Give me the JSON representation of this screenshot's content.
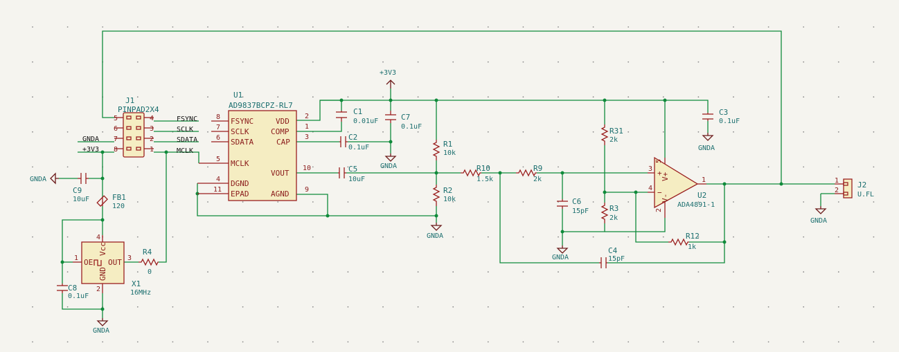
{
  "u1": {
    "ref": "U1",
    "value": "AD9837BCPZ-RL7",
    "pins": {
      "fsync": "FSYNC",
      "sclk": "SCLK",
      "sdata": "SDATA",
      "mclk": "MCLK",
      "dgnd": "DGND",
      "epad": "EPAD",
      "vdd": "VDD",
      "comp": "COMP",
      "cap": "CAP",
      "vout": "VOUT",
      "agnd": "AGND"
    },
    "nums": {
      "fsync": "8",
      "sclk": "7",
      "sdata": "6",
      "mclk": "5",
      "dgnd": "4",
      "epad": "11",
      "vdd": "2",
      "comp": "1",
      "cap": "3",
      "vout": "10",
      "agnd": "9"
    }
  },
  "j1": {
    "ref": "J1",
    "value": "PINPAD2X4",
    "left": [
      "5",
      "6",
      "7",
      "8"
    ],
    "right": [
      "4",
      "3",
      "2",
      "1"
    ]
  },
  "nets": {
    "fsync": "FSYNC",
    "sclk": "SCLK",
    "sdata": "SDATA",
    "mclk": "MCLK",
    "gnda_in": "GNDA",
    "v3_in": "+3V3"
  },
  "power": {
    "v3": "+3V3",
    "gnda": "GNDA"
  },
  "caps": {
    "c1": {
      "ref": "C1",
      "value": "0.01uF"
    },
    "c7": {
      "ref": "C7",
      "value": "0.1uF"
    },
    "c2": {
      "ref": "C2",
      "value": "0.1uF"
    },
    "c3": {
      "ref": "C3",
      "value": "0.1uF"
    },
    "c5": {
      "ref": "C5",
      "value": "10uF"
    },
    "c6": {
      "ref": "C6",
      "value": "15pF"
    },
    "c4": {
      "ref": "C4",
      "value": "15pF"
    },
    "c9": {
      "ref": "C9",
      "value": "10uF"
    },
    "c8": {
      "ref": "C8",
      "value": "0.1uF"
    }
  },
  "res": {
    "r1": {
      "ref": "R1",
      "value": "10k"
    },
    "r2": {
      "ref": "R2",
      "value": "10k"
    },
    "r10": {
      "ref": "R10",
      "value": "1.5k"
    },
    "r9": {
      "ref": "R9",
      "value": "2k"
    },
    "r31": {
      "ref": "R31",
      "value": "2k"
    },
    "r3": {
      "ref": "R3",
      "value": "2k"
    },
    "r12": {
      "ref": "R12",
      "value": "1k"
    },
    "r4": {
      "ref": "R4",
      "value": "0"
    }
  },
  "fb1": {
    "ref": "FB1",
    "value": "120"
  },
  "u2": {
    "ref": "U2",
    "value": "ADA4891-1",
    "pins": {
      "p3": "3",
      "p4": "4",
      "p1": "1",
      "p5": "5",
      "p2": "2"
    },
    "vp": "V+",
    "vm": "V-"
  },
  "j2": {
    "ref": "J2",
    "value": "U.FL",
    "pins": [
      "1",
      "2"
    ]
  },
  "x1": {
    "ref": "X1",
    "value": "16MHz",
    "oe": "OE",
    "out": "OUT",
    "vcc": "Vcc",
    "gnd": "GND",
    "pins": {
      "p1": "1",
      "p3": "3",
      "p4": "4",
      "p2": "2"
    }
  }
}
